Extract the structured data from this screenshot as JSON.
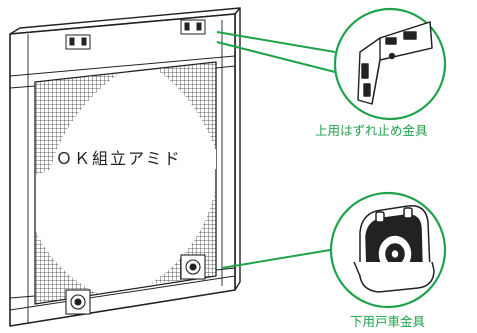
{
  "diagram": {
    "screen_title": "ＯＫ組立アミド",
    "callouts": [
      {
        "label": "上用はずれ止め金具",
        "part": "top-stopper-bracket"
      },
      {
        "label": "下用戸車金具",
        "part": "bottom-roller-bracket"
      }
    ],
    "colors": {
      "accent": "#1fa24a",
      "line": "#222222",
      "mesh": "#333333"
    }
  }
}
